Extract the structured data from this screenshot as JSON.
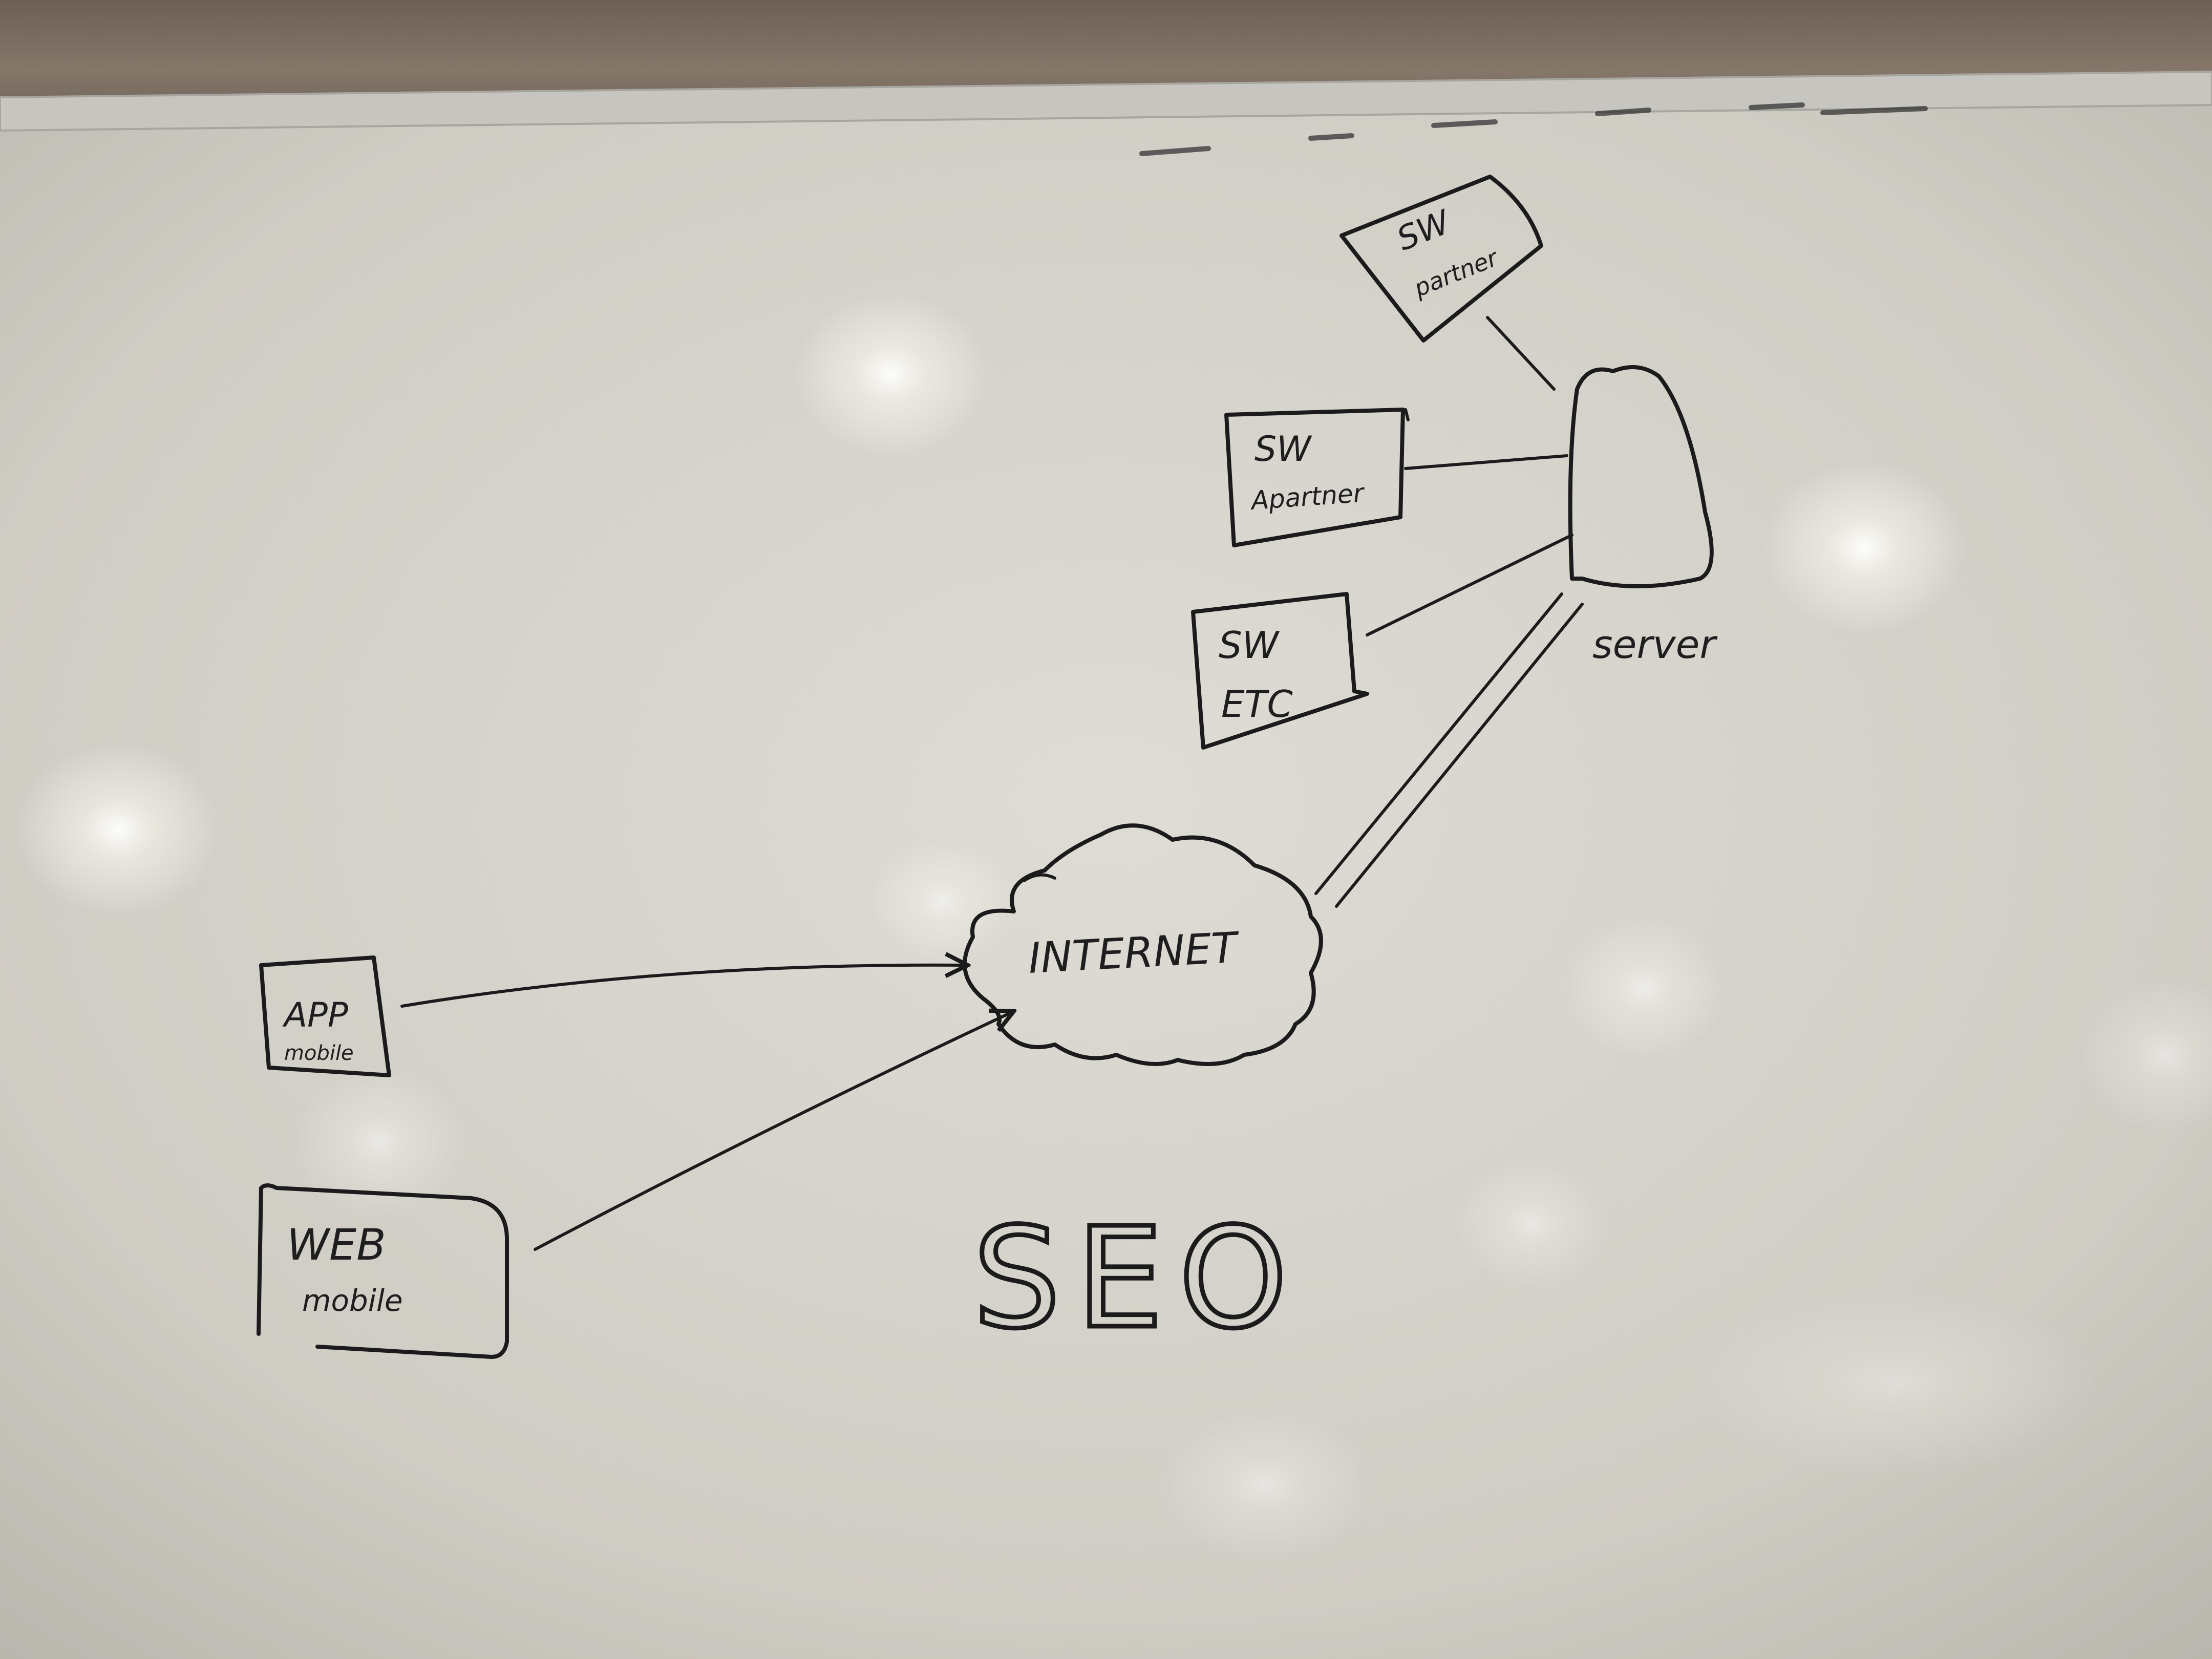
{
  "diagram": {
    "nodes": {
      "sw_partner": {
        "line1": "SW",
        "line2": "partner"
      },
      "sw_apartner": {
        "line1": "SW",
        "line2": "Apartner"
      },
      "sw_etc": {
        "line1": "SW",
        "line2": "ETC"
      },
      "server": {
        "label": "server"
      },
      "internet": {
        "label": "INTERNET"
      },
      "app_mobile": {
        "line1": "APP",
        "line2": "mobile"
      },
      "web_mobile": {
        "line1": "WEB",
        "line2": "mobile"
      }
    },
    "edges": [
      {
        "from": "sw_partner",
        "to": "server"
      },
      {
        "from": "sw_apartner",
        "to": "server"
      },
      {
        "from": "sw_etc",
        "to": "server"
      },
      {
        "from": "server",
        "to": "internet",
        "style": "double-line"
      },
      {
        "from": "app_mobile",
        "to": "internet",
        "arrow": true
      },
      {
        "from": "web_mobile",
        "to": "internet",
        "arrow": true
      }
    ],
    "caption": "SEO"
  },
  "colors": {
    "marker": "#1b1b1b",
    "board": "#dcdad3",
    "ceiling": "#7a6c60"
  }
}
